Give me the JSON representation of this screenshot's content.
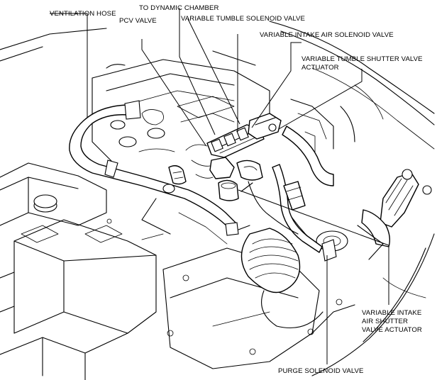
{
  "callouts": {
    "ventilation_hose": "VENTILATION HOSE",
    "to_dynamic_chamber": "TO DYNAMIC CHAMBER",
    "pcv_valve": "PCV VALVE",
    "variable_tumble_solenoid_valve": "VARIABLE TUMBLE SOLENOID VALVE",
    "variable_intake_air_solenoid_valve": "VARIABLE INTAKE AIR SOLENOID VALVE",
    "variable_tumble_shutter_valve_actuator": [
      "VARIABLE TUMBLE SHUTTER VALVE",
      "ACTUATOR"
    ],
    "variable_intake_air_shutter_valve_actuator": [
      "VARIABLE INTAKE",
      "AIR SHUTTER",
      "VALVE ACTUATOR"
    ],
    "purge_solenoid_valve": "PURGE SOLENOID VALVE"
  }
}
